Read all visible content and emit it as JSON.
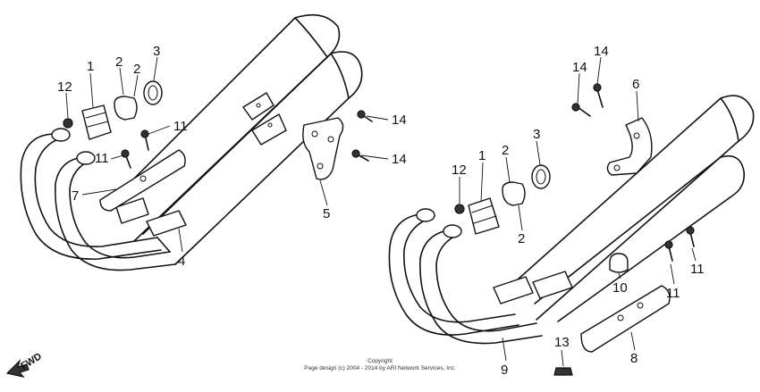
{
  "callouts": {
    "left_1": "1",
    "left_2a": "2",
    "left_2b": "2",
    "left_3": "3",
    "left_12": "12",
    "left_11a": "11",
    "left_11b": "11",
    "left_7": "7",
    "left_4": "4",
    "left_5": "5",
    "left_14a": "14",
    "left_14b": "14",
    "right_14a": "14",
    "right_14b": "14",
    "right_6": "6",
    "right_3": "3",
    "right_2a": "2",
    "right_2b": "2",
    "right_1": "1",
    "right_12": "12",
    "right_10": "10",
    "right_11a": "11",
    "right_11b": "11",
    "right_9": "9",
    "right_13": "13",
    "right_8": "8"
  },
  "direction_label": "FWD",
  "copyright": {
    "line1": "Copyright",
    "line2": "Page design (c) 2004 - 2014 by ARI Network Services, Inc."
  }
}
